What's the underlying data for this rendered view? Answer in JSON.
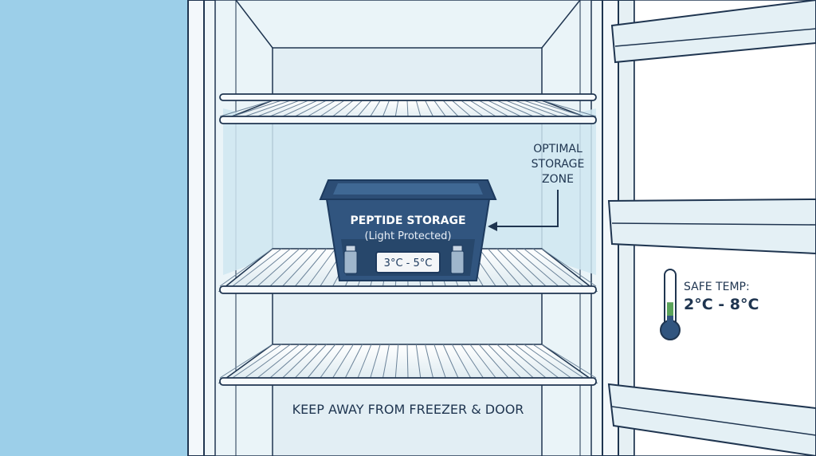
{
  "labels": {
    "zone_line1": "OPTIMAL",
    "zone_line2": "STORAGE",
    "zone_line3": "ZONE",
    "container_title": "PEPTIDE STORAGE",
    "container_subtitle": "(Light Protected)",
    "container_temp": "3°C - 5°C",
    "safe_temp_title": "SAFE TEMP:",
    "safe_temp_range": "2°C - 8°C",
    "footer_note": "KEEP AWAY FROM FREEZER & DOOR"
  },
  "thermometer": {
    "fill_fraction": 0.4
  },
  "colors": {
    "wall_blue": "#9ccfe9",
    "interior": "#eaf4f8",
    "optimal_zone": "#d6eaf3",
    "container": "#31557f",
    "container_dark": "#1d3a5e",
    "outline": "#1f3550",
    "thermo_green": "#5aa35a"
  },
  "icons": [
    "thermometer-icon",
    "arrow-left-icon",
    "vial-icon"
  ]
}
